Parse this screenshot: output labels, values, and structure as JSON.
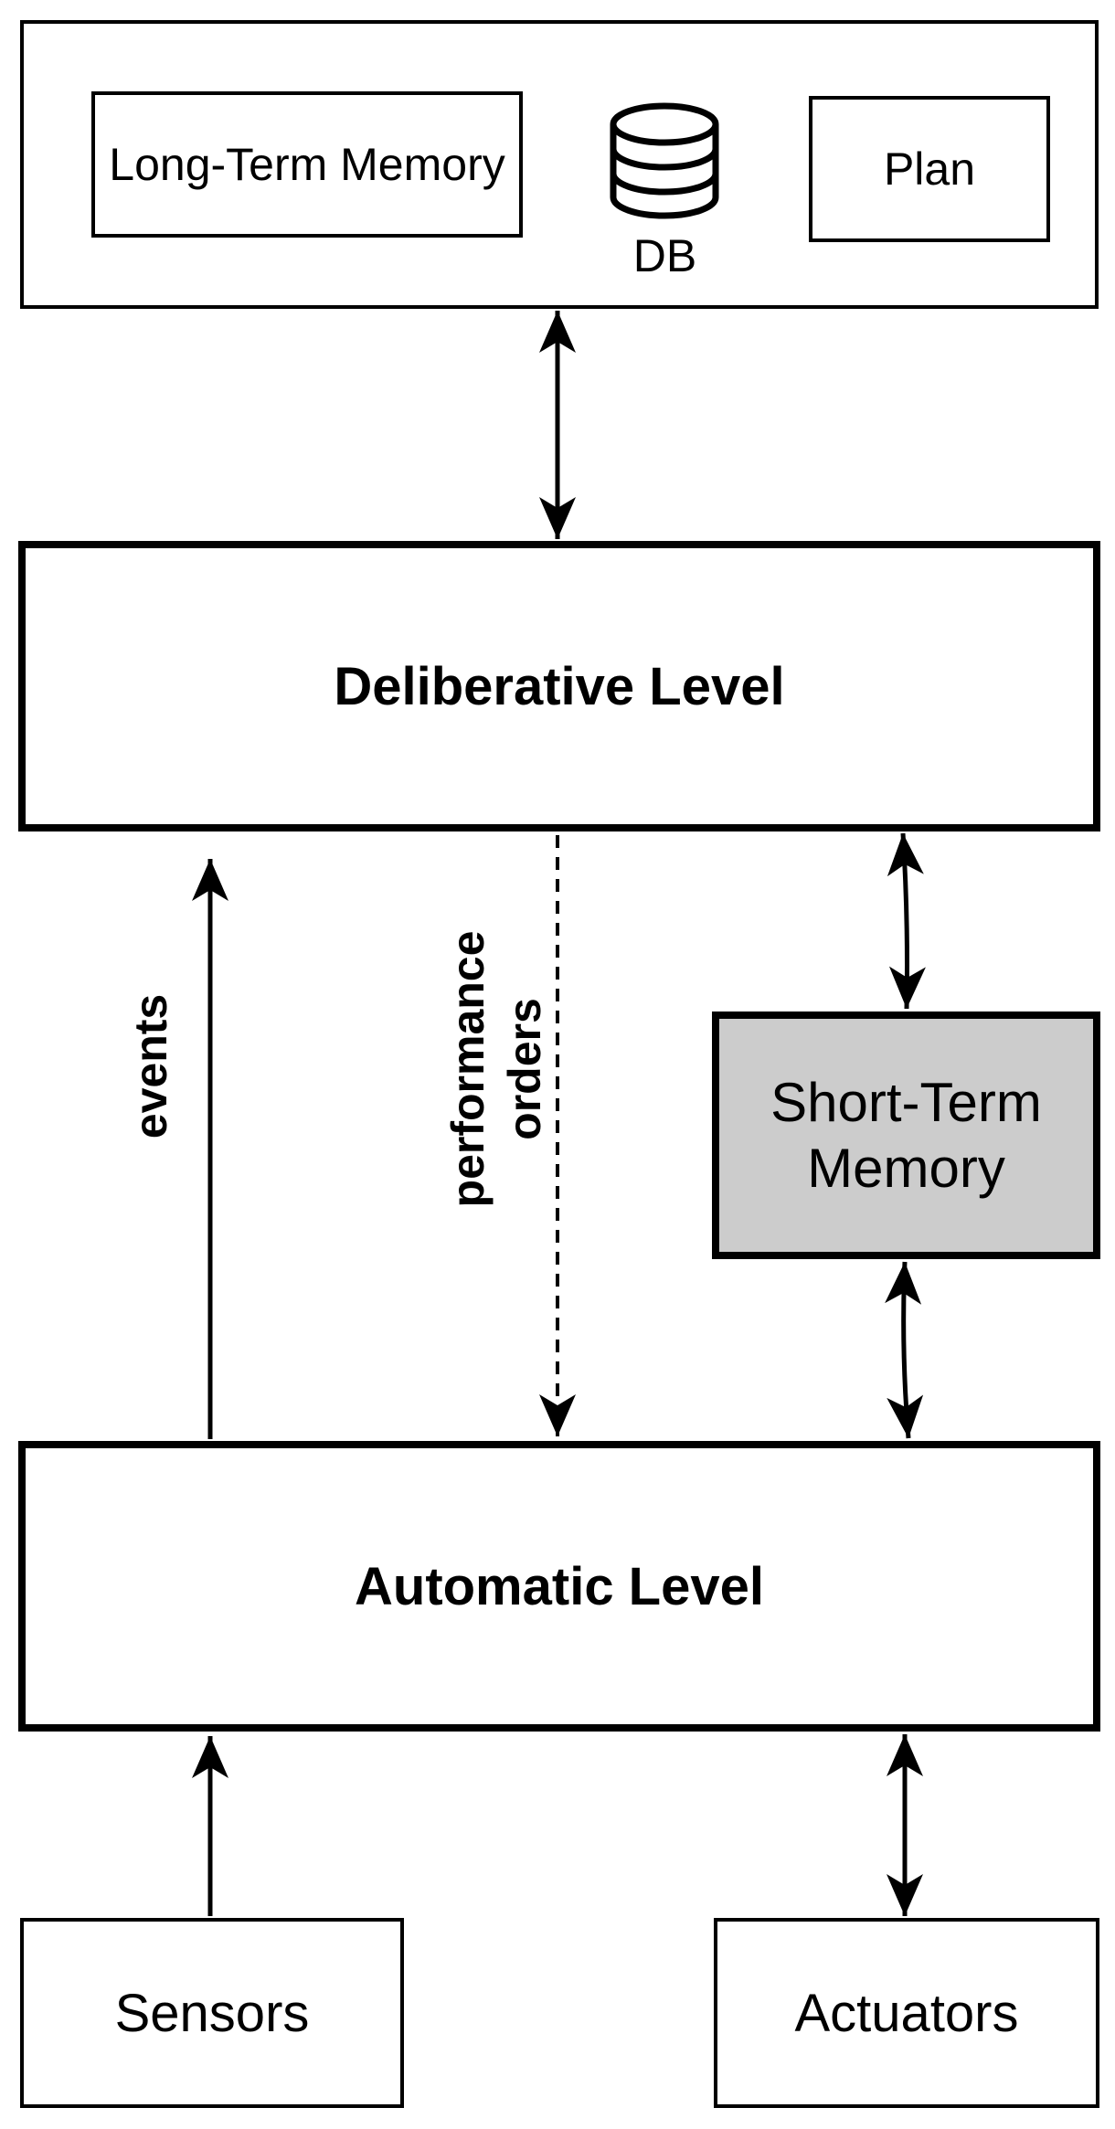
{
  "memory_group": {
    "long_term_memory": "Long-Term Memory",
    "db_label": "DB",
    "plan": "Plan"
  },
  "deliberative_level": "Deliberative Level",
  "automatic_level": "Automatic Level",
  "short_term_memory": {
    "line1": "Short-Term",
    "line2": "Memory"
  },
  "sensors": "Sensors",
  "actuators": "Actuators",
  "edge_labels": {
    "events": "events",
    "performance_orders_line1": "performance",
    "performance_orders_line2": "orders"
  },
  "icons": {
    "database": "database-icon"
  },
  "colors": {
    "stroke": "#000000",
    "short_term_fill": "#cccccc",
    "background": "#ffffff"
  }
}
